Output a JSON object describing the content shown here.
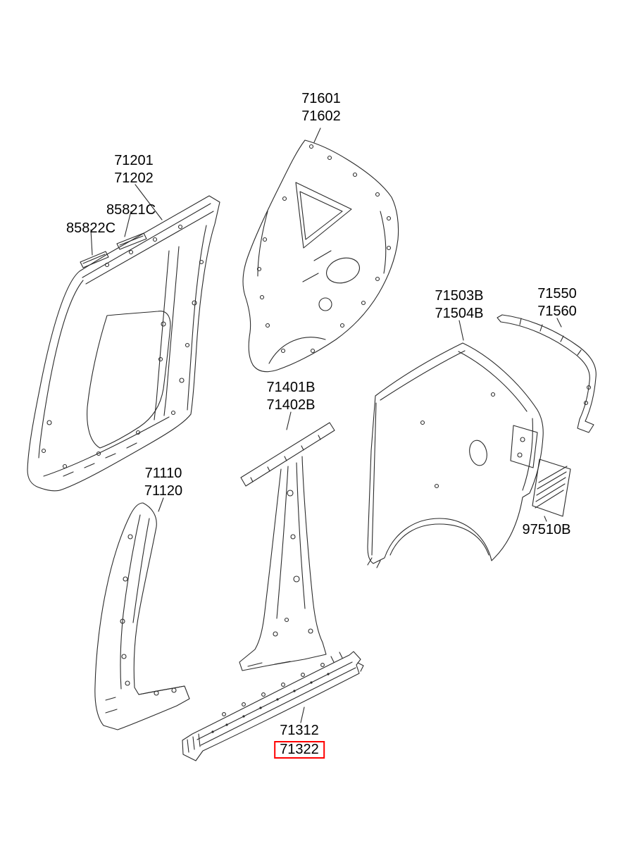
{
  "colors": {
    "line_color": "#2b2b2b",
    "highlight_color": "#ff0000",
    "background_color": "#ffffff"
  },
  "labels": {
    "rear_quarter_inner": {
      "line1": "71601",
      "line2": "71602"
    },
    "side_assembly": {
      "line1": "71201",
      "line2": "71202"
    },
    "bracket_upper": {
      "line1": "85821C"
    },
    "bracket_lower": {
      "line1": "85822C"
    },
    "quarter_outer": {
      "line1": "71503B",
      "line2": "71504B"
    },
    "roof_side_rail": {
      "line1": "71550",
      "line2": "71560"
    },
    "center_pillar": {
      "line1": "71401B",
      "line2": "71402B"
    },
    "front_pillar": {
      "line1": "71110",
      "line2": "71120"
    },
    "extractor_grille": {
      "line1": "97510B"
    },
    "side_sill": {
      "line1": "71312",
      "line2": "71322"
    }
  },
  "highlight": {
    "selected_part": "71322"
  }
}
